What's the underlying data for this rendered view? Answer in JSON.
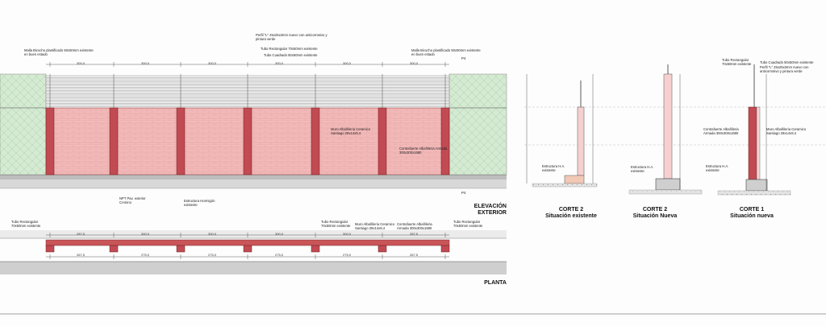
{
  "elevation": {
    "labels": {
      "malla_left": "Malla Bicocho plastificado 50x50mm existente en buen estado",
      "perfil_l": "Perfil \"L\" 25x25x3mm nuevo con anticorrosivo y pintura verde",
      "tubo_rect": "Tubo Rectangular 70x50mm existente",
      "tubo_cuad": "Tubo Cuadrado 50x50mm existente",
      "malla_right": "Malla Bicocho plastificado 50x50mm existente en buen estado",
      "muro": "Muro Albañileria Ceramico Santiago 29x14x9,4",
      "contrafuerte": "Contrafuerte Albañileria Armada 300x300x1680",
      "npt": "NPT Pav. exterior CAmino",
      "estructura": "Estructura Hormigón existente",
      "p4": "P4"
    },
    "dims_top": [
      "300,0",
      "300,0",
      "300,0",
      "300,0",
      "300,0",
      "300,0"
    ],
    "title_line1": "ELEVACIÓN",
    "title_line2": "EXTERIOR"
  },
  "plan": {
    "labels": {
      "tubo_left": "Tubo Rectangular 70x50mm existente",
      "tubo_mid": "Tubo Rectangular 70x50mm existente",
      "muro": "Muro Albañileria Ceramico Santiago 29x14x9,4",
      "contrafuerte": "Contrafuerte Albañileria Armada 300x300x1680",
      "tubo_right": "Tubo Rectangular 70x50mm existente"
    },
    "dims_top": [
      "287,5",
      "300,0",
      "300,0",
      "300,0",
      "300,0",
      "287,5"
    ],
    "dims_bottom": [
      "267,5",
      "275,0",
      "275,0",
      "275,0",
      "275,0",
      "267,5"
    ],
    "title": "PLANTA"
  },
  "sections": [
    {
      "title_line1": "CORTE 2",
      "title_line2": "Situación existente",
      "labels": {
        "estructura": "Estructura H.A. existente"
      }
    },
    {
      "title_line1": "CORTE 2",
      "title_line2": "Situación Nueva",
      "labels": {
        "estructura": "Estructura H.A. existente"
      }
    },
    {
      "title_line1": "CORTE 1",
      "title_line2": "Situación nueva",
      "labels": {
        "tubo_rect": "Tubo Rectangular 70x50mm existente",
        "tubo_cuad": "Tubo Cuadrado 50x50mm existente",
        "perfil_l": "Perfil \"L\" 25x25x3mm nuevo con anticorrosivo y pintura verde",
        "contrafuerte": "Contrafuerte Albañileria Armada 300x300x1680",
        "muro": "Muro Albañileria Ceramico Santiago 29x14x9,4",
        "estructura": "Estructura H.A. existente"
      }
    }
  ],
  "colors": {
    "brick": "#f3b9b9",
    "brick_line": "#d88f8f",
    "pilaster": "#c24a52",
    "mesh": "#cfe6cf",
    "ground": "#c9c9c9",
    "rail": "#e6e6e6"
  }
}
